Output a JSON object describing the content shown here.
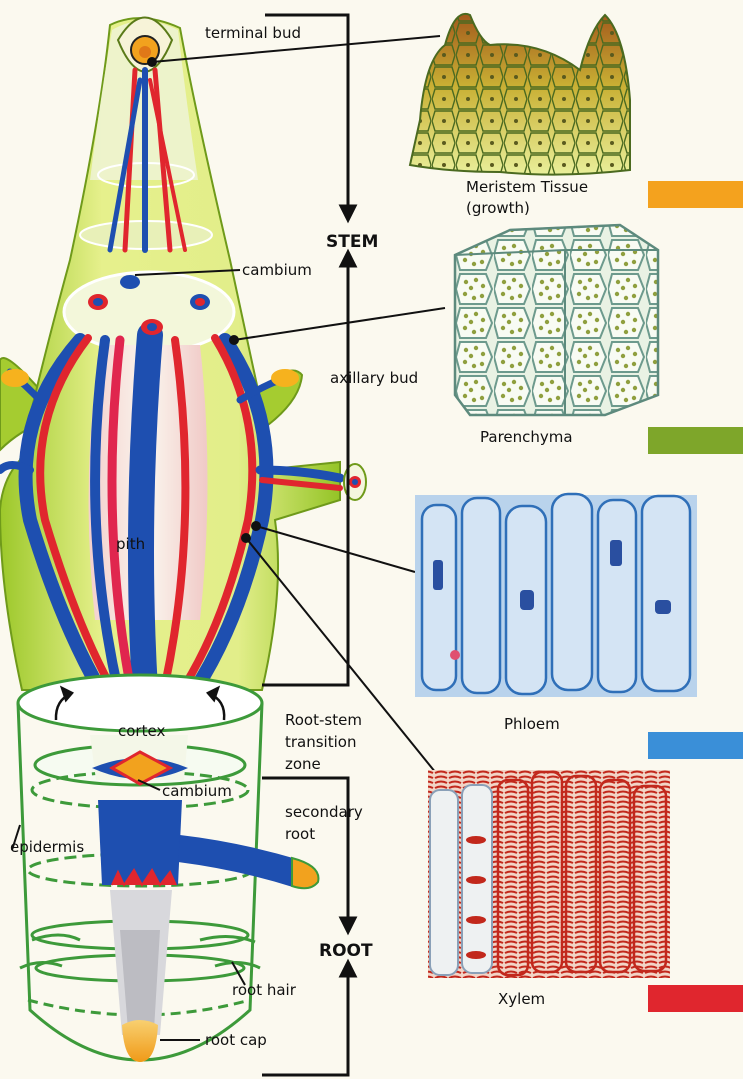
{
  "labels": {
    "terminal_bud": "terminal bud",
    "cambium_top": "cambium",
    "axillary_bud": "axillary bud",
    "pith": "pith",
    "cortex": "cortex",
    "cambium_bottom": "cambium",
    "epidermis": "epidermis",
    "transition_1": "Root-stem",
    "transition_2": "transition",
    "transition_3": "zone",
    "secondary_root_1": "secondary",
    "secondary_root_2": "root",
    "root_hair": "root hair",
    "root_cap": "root cap",
    "stem": "STEM",
    "root": "ROOT"
  },
  "tissues": [
    {
      "name": "Meristem Tissue",
      "sub": "(growth)",
      "color": "#f4a21e"
    },
    {
      "name": "Parenchyma",
      "sub": "",
      "color": "#7ea62a"
    },
    {
      "name": "Phloem",
      "sub": "",
      "color": "#3a8fd8"
    },
    {
      "name": "Xylem",
      "sub": "",
      "color": "#e0262e"
    }
  ]
}
